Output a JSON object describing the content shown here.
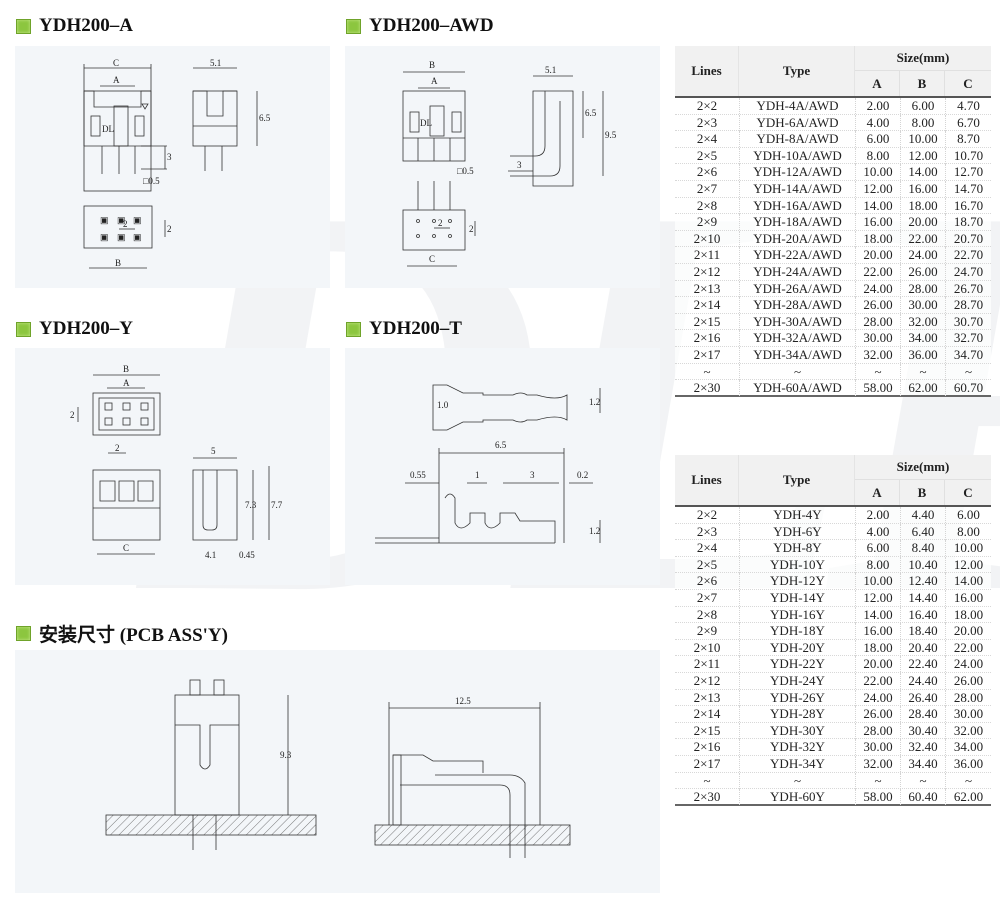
{
  "watermark": "DLF",
  "accent_color": "#8cc63f",
  "sections": {
    "a": {
      "title": "YDH200–A",
      "dims": {
        "C": "C",
        "A": "A",
        "B": "B",
        "w": "5.1",
        "h": "6.5",
        "pin": "3",
        "sq": "□0.5",
        "pitch": "2",
        "pitch_v": "2",
        "mark": "DL"
      }
    },
    "awd": {
      "title": "YDH200–AWD",
      "dims": {
        "B": "B",
        "A": "A",
        "C": "C",
        "w": "5.1",
        "h1": "6.5",
        "h2": "9.5",
        "pin": "3",
        "sq": "□0.5",
        "pitch": "2",
        "pitch_v": "2",
        "mark": "DL"
      }
    },
    "y": {
      "title": "YDH200–Y",
      "dims": {
        "B": "B",
        "A": "A",
        "C": "C",
        "pitch": "2",
        "pitch_v": "2",
        "w": "5",
        "h1": "7.3",
        "h2": "7.7",
        "d1": "4.1",
        "d2": "0.45"
      }
    },
    "t": {
      "title": "YDH200–T",
      "dims": {
        "w": "6.5",
        "h_top": "1.2",
        "h_bot": "1.2",
        "d1": "0.55",
        "d2": "1",
        "d3": "3",
        "d4": "0.2",
        "mark": "1.0"
      }
    },
    "pcb": {
      "title": "安装尺寸 (PCB ASS'Y)",
      "dims": {
        "h": "9.3",
        "w": "12.5"
      }
    }
  },
  "table_a": {
    "headers": {
      "lines": "Lines",
      "type": "Type",
      "size": "Size(mm)",
      "a": "A",
      "b": "B",
      "c": "C"
    },
    "rows": [
      [
        "2×2",
        "YDH-4A/AWD",
        "2.00",
        "6.00",
        "4.70"
      ],
      [
        "2×3",
        "YDH-6A/AWD",
        "4.00",
        "8.00",
        "6.70"
      ],
      [
        "2×4",
        "YDH-8A/AWD",
        "6.00",
        "10.00",
        "8.70"
      ],
      [
        "2×5",
        "YDH-10A/AWD",
        "8.00",
        "12.00",
        "10.70"
      ],
      [
        "2×6",
        "YDH-12A/AWD",
        "10.00",
        "14.00",
        "12.70"
      ],
      [
        "2×7",
        "YDH-14A/AWD",
        "12.00",
        "16.00",
        "14.70"
      ],
      [
        "2×8",
        "YDH-16A/AWD",
        "14.00",
        "18.00",
        "16.70"
      ],
      [
        "2×9",
        "YDH-18A/AWD",
        "16.00",
        "20.00",
        "18.70"
      ],
      [
        "2×10",
        "YDH-20A/AWD",
        "18.00",
        "22.00",
        "20.70"
      ],
      [
        "2×11",
        "YDH-22A/AWD",
        "20.00",
        "24.00",
        "22.70"
      ],
      [
        "2×12",
        "YDH-24A/AWD",
        "22.00",
        "26.00",
        "24.70"
      ],
      [
        "2×13",
        "YDH-26A/AWD",
        "24.00",
        "28.00",
        "26.70"
      ],
      [
        "2×14",
        "YDH-28A/AWD",
        "26.00",
        "30.00",
        "28.70"
      ],
      [
        "2×15",
        "YDH-30A/AWD",
        "28.00",
        "32.00",
        "30.70"
      ],
      [
        "2×16",
        "YDH-32A/AWD",
        "30.00",
        "34.00",
        "32.70"
      ],
      [
        "2×17",
        "YDH-34A/AWD",
        "32.00",
        "36.00",
        "34.70"
      ],
      [
        "~",
        "~",
        "~",
        "~",
        "~"
      ],
      [
        "2×30",
        "YDH-60A/AWD",
        "58.00",
        "62.00",
        "60.70"
      ]
    ]
  },
  "table_y": {
    "headers": {
      "lines": "Lines",
      "type": "Type",
      "size": "Size(mm)",
      "a": "A",
      "b": "B",
      "c": "C"
    },
    "rows": [
      [
        "2×2",
        "YDH-4Y",
        "2.00",
        "4.40",
        "6.00"
      ],
      [
        "2×3",
        "YDH-6Y",
        "4.00",
        "6.40",
        "8.00"
      ],
      [
        "2×4",
        "YDH-8Y",
        "6.00",
        "8.40",
        "10.00"
      ],
      [
        "2×5",
        "YDH-10Y",
        "8.00",
        "10.40",
        "12.00"
      ],
      [
        "2×6",
        "YDH-12Y",
        "10.00",
        "12.40",
        "14.00"
      ],
      [
        "2×7",
        "YDH-14Y",
        "12.00",
        "14.40",
        "16.00"
      ],
      [
        "2×8",
        "YDH-16Y",
        "14.00",
        "16.40",
        "18.00"
      ],
      [
        "2×9",
        "YDH-18Y",
        "16.00",
        "18.40",
        "20.00"
      ],
      [
        "2×10",
        "YDH-20Y",
        "18.00",
        "20.40",
        "22.00"
      ],
      [
        "2×11",
        "YDH-22Y",
        "20.00",
        "22.40",
        "24.00"
      ],
      [
        "2×12",
        "YDH-24Y",
        "22.00",
        "24.40",
        "26.00"
      ],
      [
        "2×13",
        "YDH-26Y",
        "24.00",
        "26.40",
        "28.00"
      ],
      [
        "2×14",
        "YDH-28Y",
        "26.00",
        "28.40",
        "30.00"
      ],
      [
        "2×15",
        "YDH-30Y",
        "28.00",
        "30.40",
        "32.00"
      ],
      [
        "2×16",
        "YDH-32Y",
        "30.00",
        "32.40",
        "34.00"
      ],
      [
        "2×17",
        "YDH-34Y",
        "32.00",
        "34.40",
        "36.00"
      ],
      [
        "~",
        "~",
        "~",
        "~",
        "~"
      ],
      [
        "2×30",
        "YDH-60Y",
        "58.00",
        "60.40",
        "62.00"
      ]
    ]
  }
}
